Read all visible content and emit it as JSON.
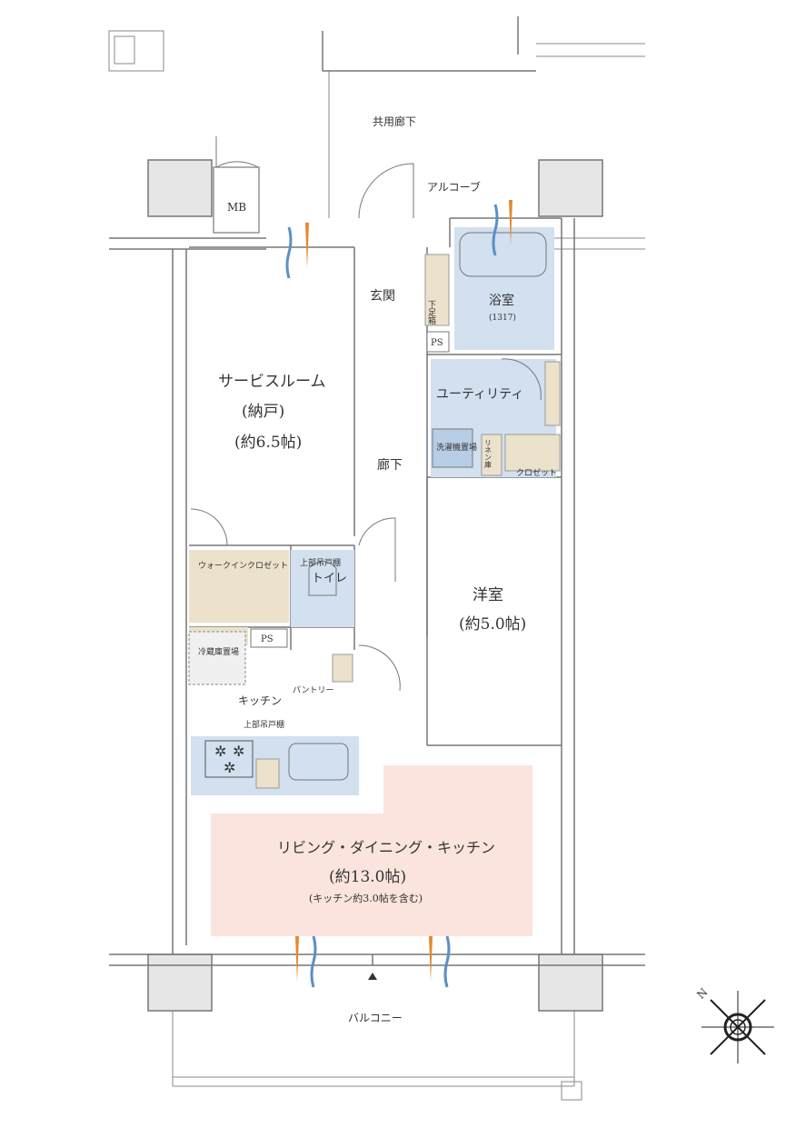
{
  "labels": {
    "shared_corridor": "共用廊下",
    "alcove": "アルコーブ",
    "mb": "MB",
    "entrance": "玄関",
    "shoe_box": "下足箱",
    "bath": "浴室",
    "bath_size": "(1317)",
    "ps_entrance": "PS",
    "service_room": "サービスルーム",
    "service_room_sub": "(納戸)",
    "service_room_size": "(約6.5帖)",
    "utility": "ユーティリティ",
    "washer": "洗濯機置場",
    "linen": "リネン庫",
    "closet": "クロゼット",
    "hallway": "廊下",
    "walkin_closet": "ウォークインクロゼット",
    "toilet_cabinet": "上部吊戸棚",
    "toilet": "トイレ",
    "ps_kitchen": "PS",
    "fridge": "冷蔵庫置場",
    "pantry": "パントリー",
    "kitchen": "キッチン",
    "kitchen_cabinet": "上部吊戸棚",
    "western_room": "洋室",
    "western_room_size": "(約5.0帖)",
    "ldk": "リビング・ダイニング・キッチン",
    "ldk_size": "(約13.0帖)",
    "ldk_note": "(キッチン約3.0帖を含む)",
    "balcony": "バルコニー",
    "north": "N"
  },
  "colors": {
    "wet_area": "#d2e0ef",
    "storage": "#ece2cc",
    "ldk": "#fae4dd",
    "wall": "#e6e6e6",
    "cool_air": "#5b8fc7",
    "warm_air": "#e08a2e"
  }
}
